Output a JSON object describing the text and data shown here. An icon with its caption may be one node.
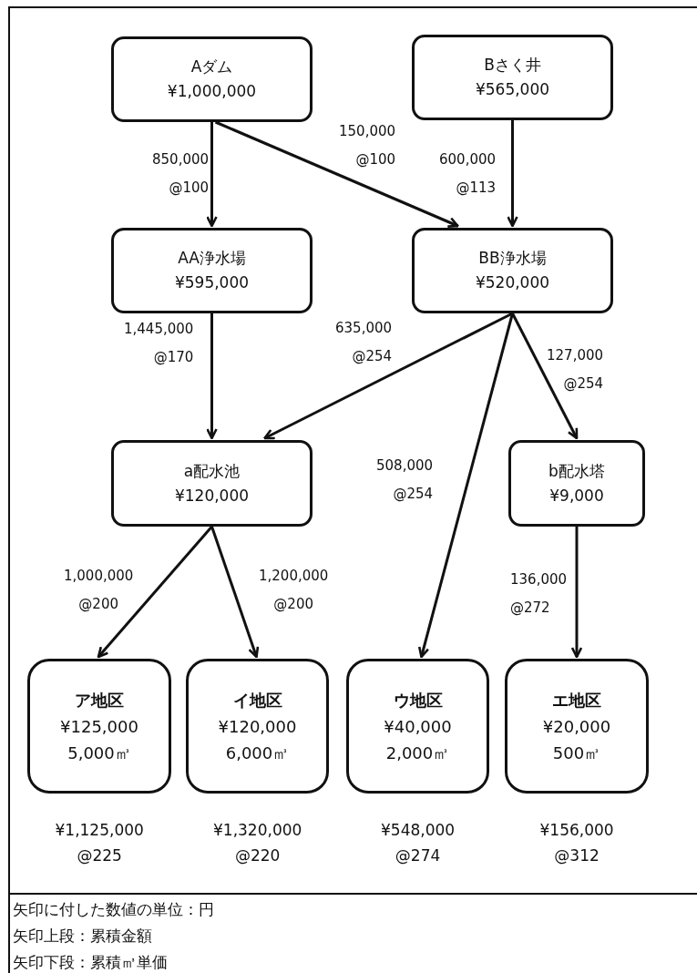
{
  "diagram": {
    "nodes": [
      {
        "text": [
          "Aダム",
          "¥1,000,000"
        ]
      },
      {
        "text": [
          "Bさく井",
          "¥565,000"
        ]
      },
      {
        "text": [
          "AA浄水場",
          "¥595,000"
        ]
      },
      {
        "text": [
          "BB浄水場",
          "¥520,000"
        ]
      },
      {
        "text": [
          "a配水池",
          "¥120,000"
        ]
      },
      {
        "text": [
          "b配水塔",
          "¥9,000"
        ]
      },
      {
        "text": [
          "ア地区",
          "¥125,000",
          "5,000㎥"
        ],
        "beside": [
          "¥1,125,000 @225"
        ]
      },
      {
        "text": [
          "イ地区",
          "¥120,000",
          "6,000㎥"
        ],
        "beside": [
          "¥1,320,000 @220"
        ]
      },
      {
        "text": [
          "ウ地区",
          "¥40,000",
          "2,000㎥"
        ],
        "beside": [
          "¥548,000 @274"
        ]
      },
      {
        "text": [
          "エ地区",
          "¥20,000",
          "500㎥"
        ],
        "beside": [
          "¥156,000 @312"
        ]
      }
    ],
    "edges": [
      {
        "from": 0,
        "to": 2,
        "arrow": "to",
        "label": "850,000 @100"
      },
      {
        "from": 0,
        "to": 3,
        "arrow": "to",
        "label": "150,000 @100"
      },
      {
        "from": 1,
        "to": 3,
        "arrow": "to",
        "label": "600,000 @113"
      },
      {
        "from": 2,
        "to": 4,
        "arrow": "to",
        "label": "1,445,000 @170"
      },
      {
        "from": 3,
        "to": 4,
        "arrow": "to",
        "label": "635,000 @254"
      },
      {
        "from": 3,
        "to": 8,
        "arrow": "to",
        "label": "508,000 @254"
      },
      {
        "from": 3,
        "to": 5,
        "arrow": "to",
        "label": "127,000 @254"
      },
      {
        "from": 4,
        "to": 6,
        "arrow": "to",
        "label": "1,000,000 @200"
      },
      {
        "from": 4,
        "to": 7,
        "arrow": "to",
        "label": "1,200,000 @200"
      },
      {
        "from": 5,
        "to": 9,
        "arrow": "to",
        "label": "136,000 @272"
      }
    ],
    "labels": [
      "矢印に付した数値の単位：円",
      "矢印上段：累積金額",
      "矢印下段：累積㎥単価"
    ]
  }
}
